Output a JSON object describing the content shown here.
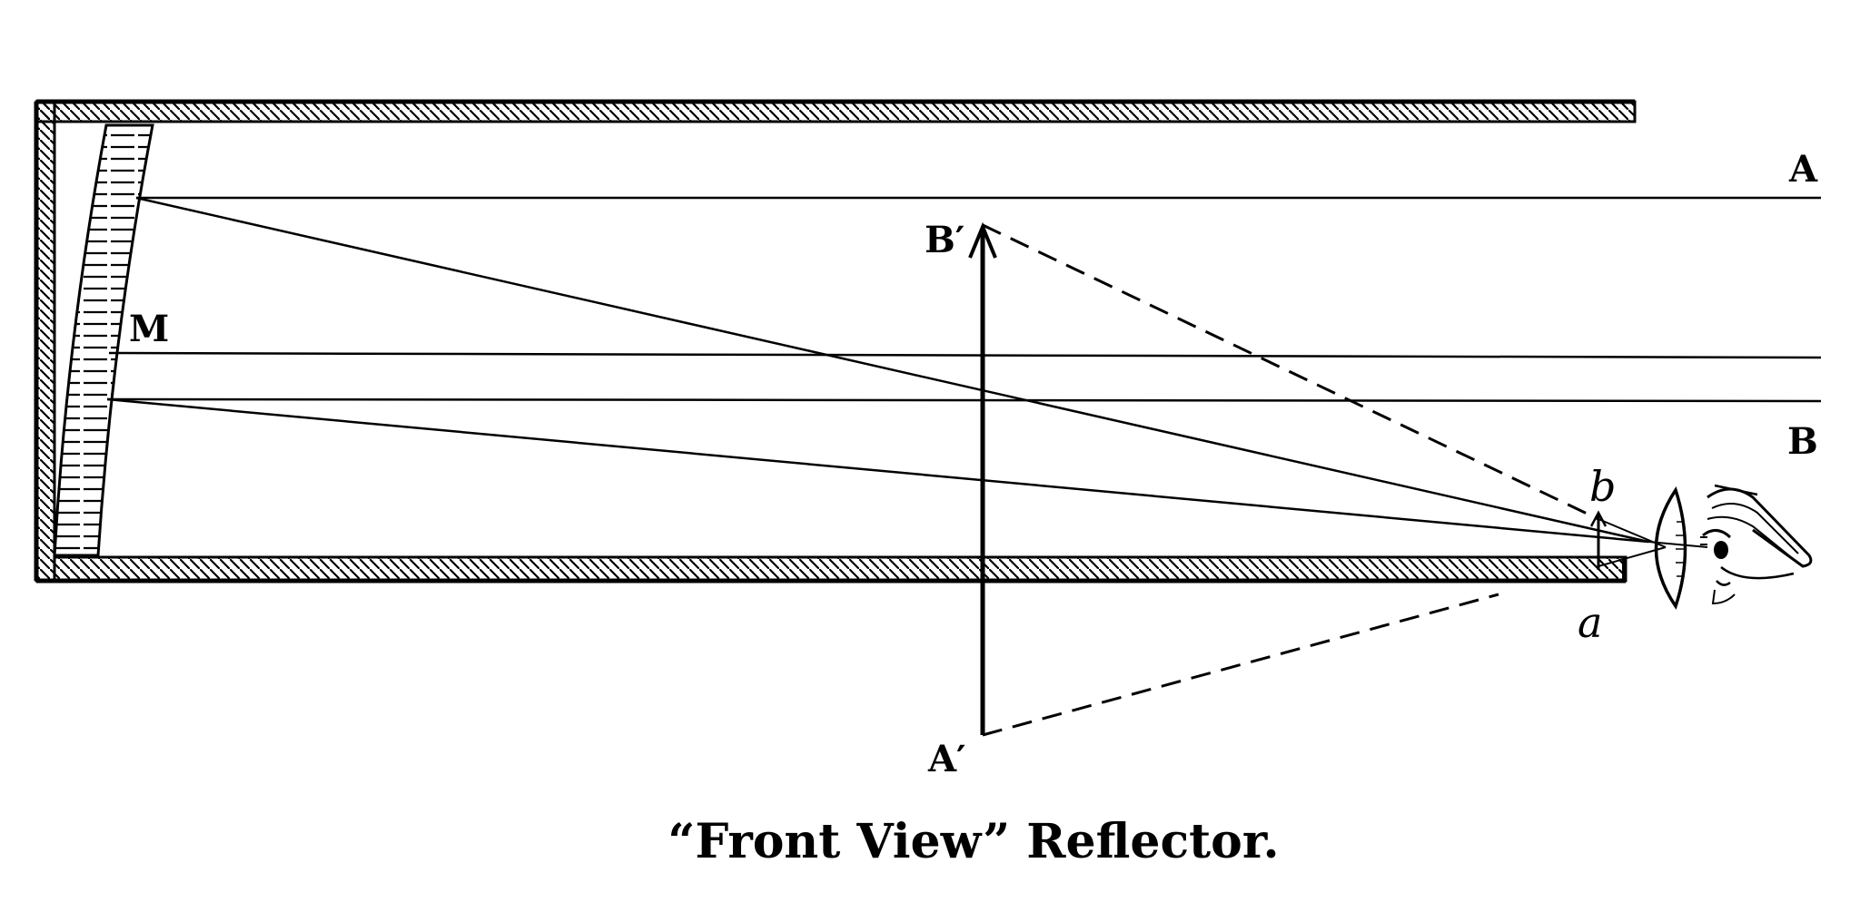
{
  "labels": {
    "A": "A",
    "B": "B",
    "M": "M",
    "A_prime": "A′",
    "B_prime": "B′",
    "a": "a",
    "b": "b"
  },
  "caption": "“Front View” Reflector.",
  "colors": {
    "ink": "#000000",
    "background": "#ffffff"
  }
}
